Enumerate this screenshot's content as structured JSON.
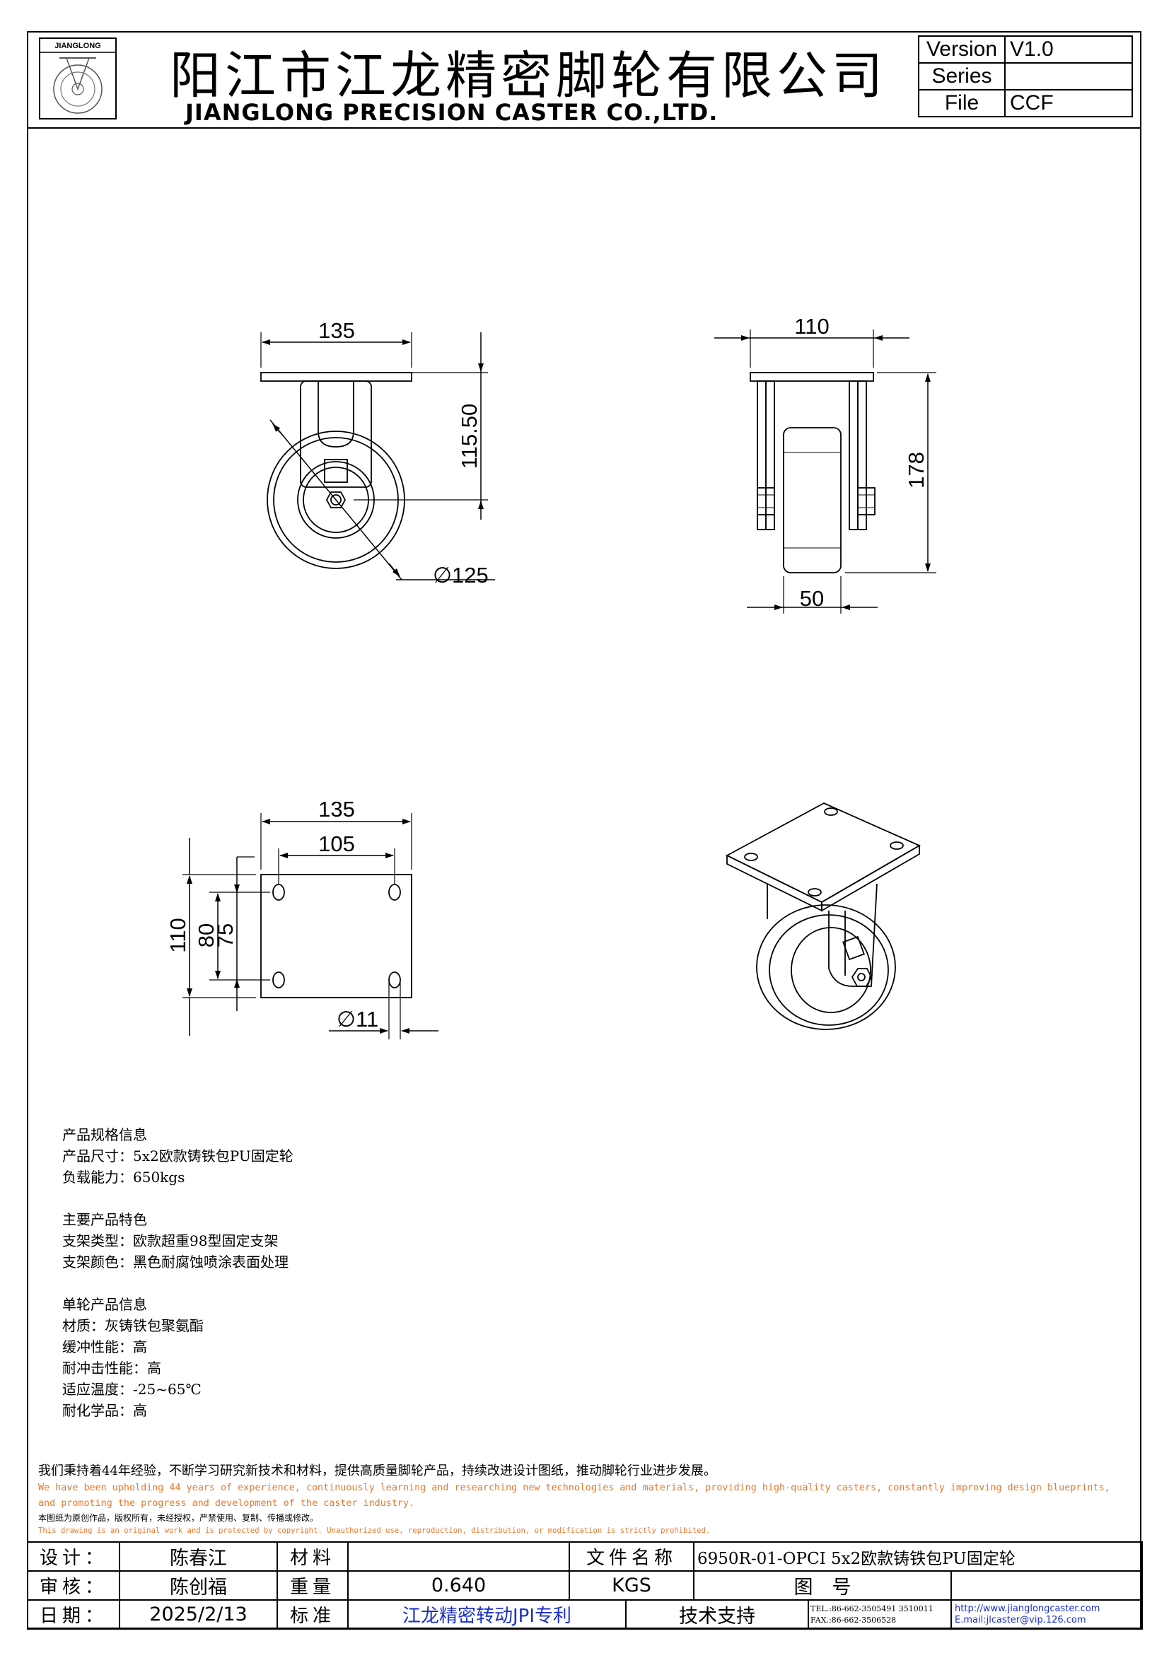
{
  "header": {
    "logo_text": "JIANGLONG",
    "title_cn": "阳江市江龙精密脚轮有限公司",
    "title_en": "JIANGLONG PRECISION CASTER CO.,LTD.",
    "info": [
      {
        "key": "Version",
        "value": "V1.0"
      },
      {
        "key": "Series",
        "value": ""
      },
      {
        "key": "File",
        "value": "CCF"
      }
    ]
  },
  "dimensions": {
    "front_width": "135",
    "front_axle_height": "115.50",
    "front_wheel_dia": "∅125",
    "side_width": "110",
    "side_height": "178",
    "side_wheel_width": "50",
    "plate_width": "135",
    "plate_hole_span_x": "105",
    "plate_depth": "110",
    "plate_hole_span_y1": "80",
    "plate_hole_span_y2": "75",
    "plate_hole_dia": "∅11"
  },
  "spec": {
    "s1_title": "产品规格信息",
    "s1_l1": "产品尺寸：5x2欧款铸铁包PU固定轮",
    "s1_l2": "负载能力：650kgs",
    "s2_title": "主要产品特色",
    "s2_l1": "支架类型：欧款超重98型固定支架",
    "s2_l2": "支架颜色：黑色耐腐蚀喷涂表面处理",
    "s3_title": "单轮产品信息",
    "s3_l1": "材质：灰铸铁包聚氨酯",
    "s3_l2": "缓冲性能：高",
    "s3_l3": "耐冲击性能：高",
    "s3_l4": "适应温度：-25~65℃",
    "s3_l5": "耐化学品：高"
  },
  "notes": {
    "cn1": "我们秉持着44年经验，不断学习研究新技术和材料，提供高质量脚轮产品，持续改进设计图纸，推动脚轮行业进步发展。",
    "en1a": "We have been upholding 44 years of experience, continuously learning and researching new technologies and materials, providing high-quality casters, constantly improving design blueprints,",
    "en1b": "and promoting the progress and development of the caster industry.",
    "cn2": "本图纸为原创作品，版权所有，未经授权，严禁使用、复制、传播或修改。",
    "en2": "This drawing is an original work and is protected by copyright. Unauthorized use, reproduction, distribution, or modification is strictly prohibited."
  },
  "title_block": {
    "design_label": "设计：",
    "designer": "陈春江",
    "material_label": "材料",
    "material": "",
    "filename_label": "文件名称",
    "filename": "6950R-01-OPCI 5x2欧款铸铁包PU固定轮",
    "review_label": "审核：",
    "reviewer": "陈创福",
    "weight_label": "重量",
    "weight": "0.640",
    "weight_unit": "KGS",
    "drawing_no_label": "图　号",
    "drawing_no": "",
    "date_label": "日期：",
    "date": "2025/2/13",
    "standard_label": "标准",
    "standard": "江龙精密转动JPI专利",
    "support_label": "技术支持",
    "tel": "TEL.:86-662-3505491 3510011",
    "fax": "FAX.:86-662-3506528",
    "web": "http://www.jianglongcaster.com",
    "email": "E.mail:jlcaster@vip.126.com"
  }
}
